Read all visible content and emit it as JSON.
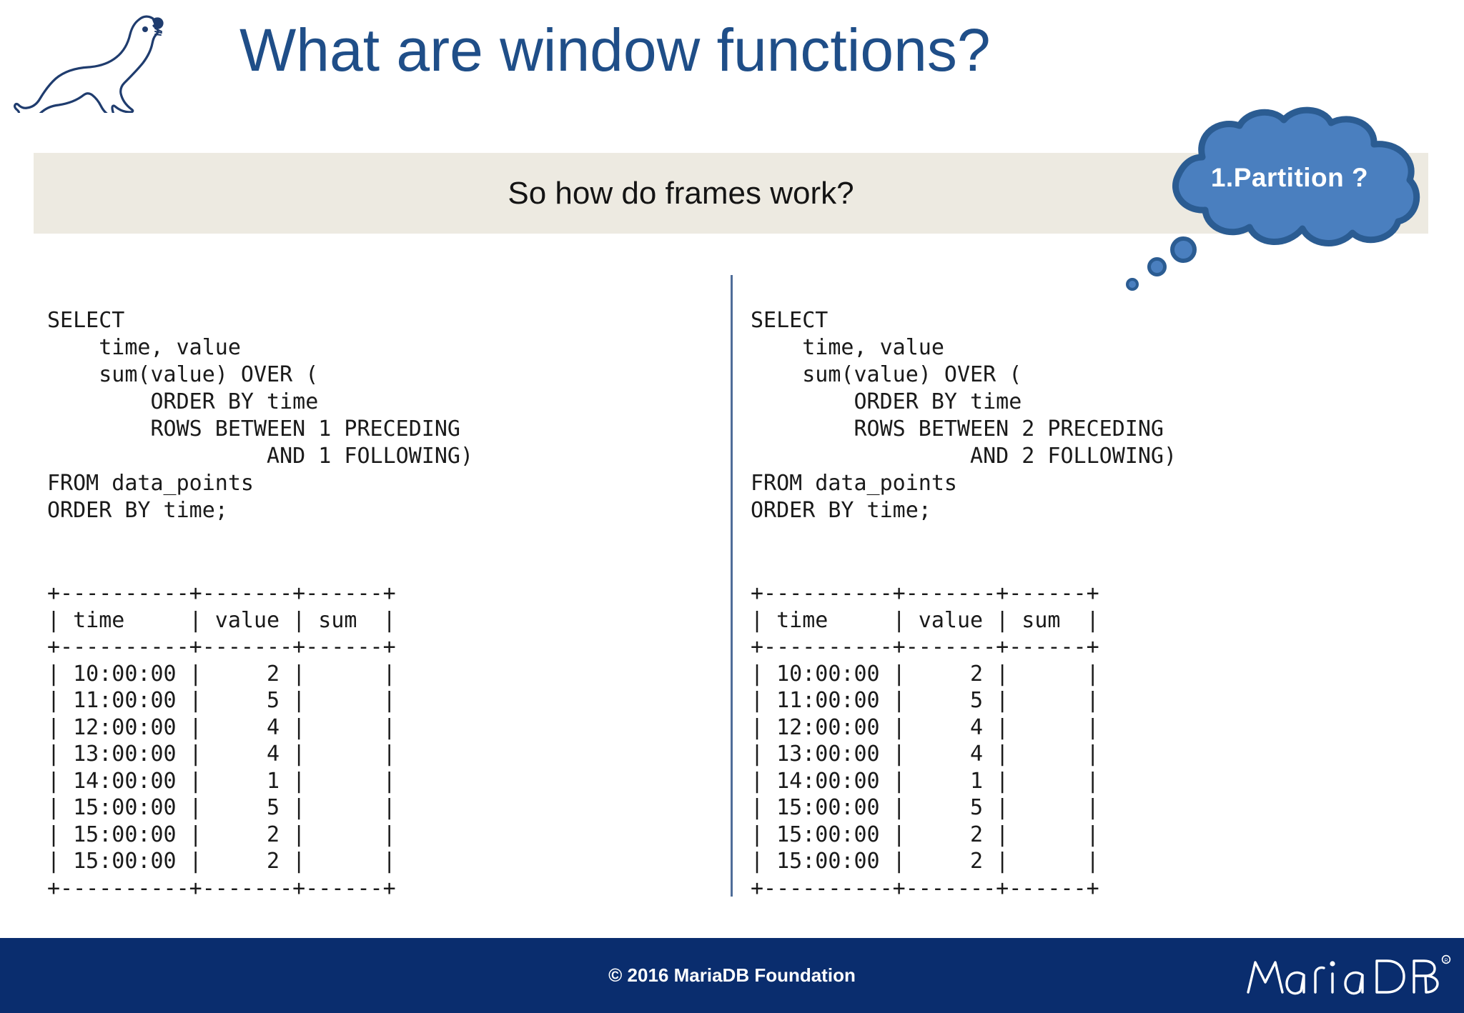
{
  "slide": {
    "title": "What are window functions?",
    "subtitle": "So how do frames work?",
    "title_color": "#1F4E88",
    "banner_color": "#EDEAE1",
    "background_color": "#FFFFFF"
  },
  "logo": {
    "name": "mariadb-seal-logo",
    "outline_color": "#1F3C6E"
  },
  "thought_bubble": {
    "text": "1.Partition ?",
    "fill_color": "#4A7FBF",
    "stroke_color": "#2B5C92",
    "text_color": "#FFFFFF",
    "dots": [
      "large",
      "medium",
      "small"
    ]
  },
  "panels": [
    {
      "id": "left",
      "code": "SELECT\n    time, value\n    sum(value) OVER (\n        ORDER BY time\n        ROWS BETWEEN 1 PRECEDING\n                 AND 1 FOLLOWING)\nFROM data_points\nORDER BY time;",
      "result_table": "+----------+-------+------+\n| time     | value | sum  |\n+----------+-------+------+\n| 10:00:00 |     2 |      |\n| 11:00:00 |     5 |      |\n| 12:00:00 |     4 |      |\n| 13:00:00 |     4 |      |\n| 14:00:00 |     1 |      |\n| 15:00:00 |     5 |      |\n| 15:00:00 |     2 |      |\n| 15:00:00 |     2 |      |\n+----------+-------+------+",
      "frame_spec": "ROWS BETWEEN 1 PRECEDING AND 1 FOLLOWING"
    },
    {
      "id": "right",
      "code": "SELECT\n    time, value\n    sum(value) OVER (\n        ORDER BY time\n        ROWS BETWEEN 2 PRECEDING\n                 AND 2 FOLLOWING)\nFROM data_points\nORDER BY time;",
      "result_table": "+----------+-------+------+\n| time     | value | sum  |\n+----------+-------+------+\n| 10:00:00 |     2 |      |\n| 11:00:00 |     5 |      |\n| 12:00:00 |     4 |      |\n| 13:00:00 |     4 |      |\n| 14:00:00 |     1 |      |\n| 15:00:00 |     5 |      |\n| 15:00:00 |     2 |      |\n| 15:00:00 |     2 |      |\n+----------+-------+------+",
      "frame_spec": "ROWS BETWEEN 2 PRECEDING AND 2 FOLLOWING"
    }
  ],
  "table_data": {
    "columns": [
      "time",
      "value",
      "sum"
    ],
    "rows": [
      {
        "time": "10:00:00",
        "value": "2",
        "sum": ""
      },
      {
        "time": "11:00:00",
        "value": "5",
        "sum": ""
      },
      {
        "time": "12:00:00",
        "value": "4",
        "sum": ""
      },
      {
        "time": "13:00:00",
        "value": "4",
        "sum": ""
      },
      {
        "time": "14:00:00",
        "value": "1",
        "sum": ""
      },
      {
        "time": "15:00:00",
        "value": "5",
        "sum": ""
      },
      {
        "time": "15:00:00",
        "value": "2",
        "sum": ""
      },
      {
        "time": "15:00:00",
        "value": "2",
        "sum": ""
      }
    ]
  },
  "footer": {
    "copyright": "© 2016 MariaDB Foundation",
    "logo_text": "MariaDB",
    "logo_mark": "®",
    "background_color": "#0A2D6E",
    "text_color": "#FFFFFF"
  }
}
